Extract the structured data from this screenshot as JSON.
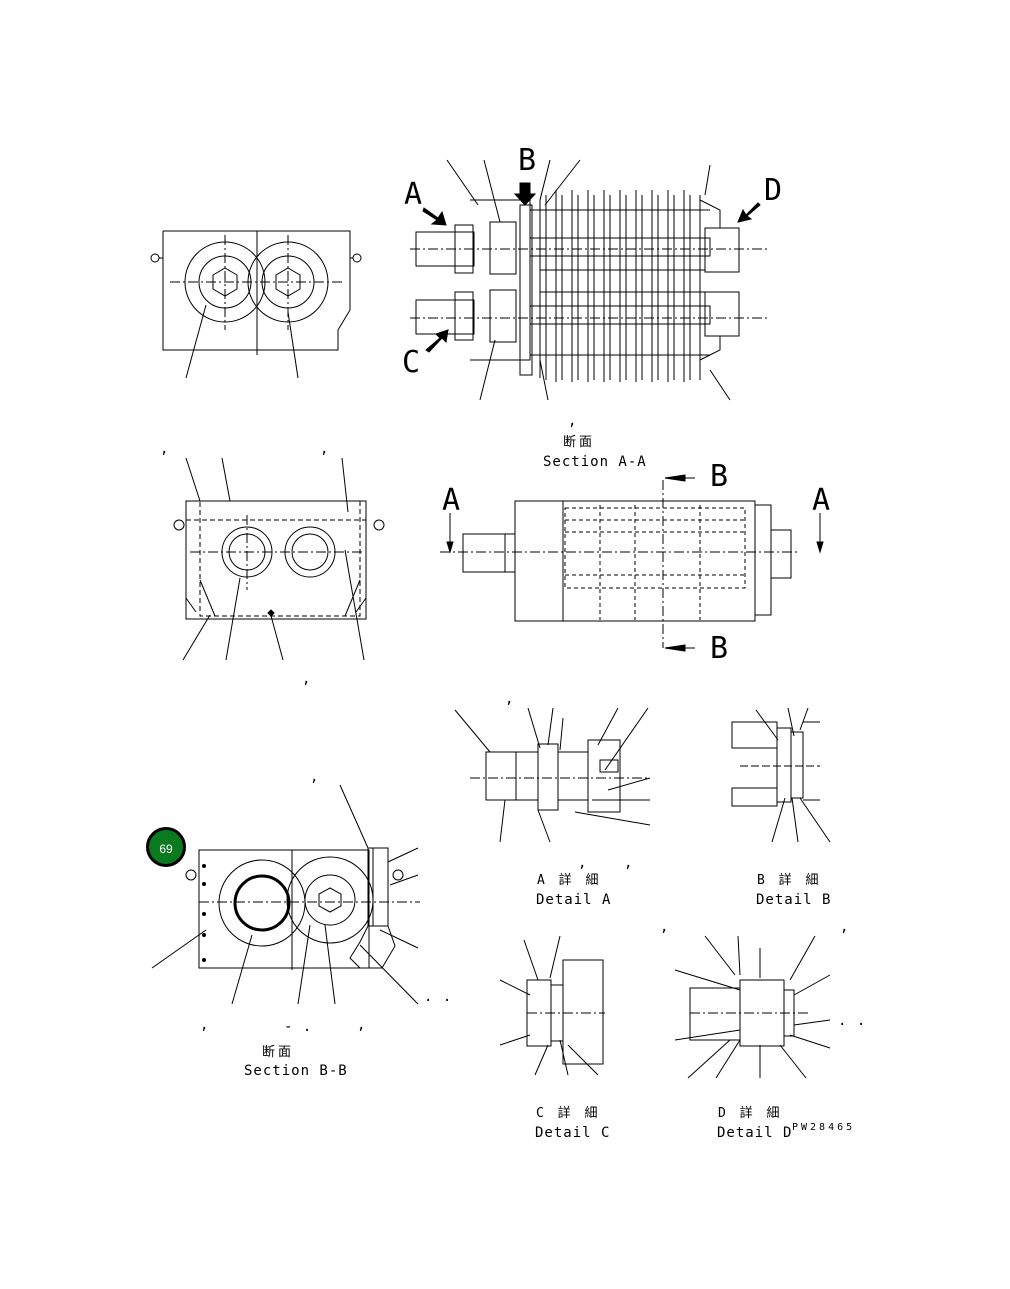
{
  "drawing_id": "PW28465",
  "badge": {
    "number": "69",
    "color": "#0b7a1f"
  },
  "section_labels": {
    "a_jp": "断面",
    "a_en": "Section A-A",
    "b_jp": "断面",
    "b_en": "Section B-B"
  },
  "detail_labels": {
    "a_jp": "A 詳 細",
    "a_en": "Detail A",
    "b_jp": "B 詳 細",
    "b_en": "Detail B",
    "c_jp": "C 詳 細",
    "c_en": "Detail C",
    "d_jp": "D 詳 細",
    "d_en": "Detail D"
  },
  "view_markers": {
    "a": "A",
    "b": "B",
    "c": "C",
    "d": "D"
  },
  "callout_marks": {
    "comma": ",",
    "dash": "- .",
    "dots": ". ."
  }
}
